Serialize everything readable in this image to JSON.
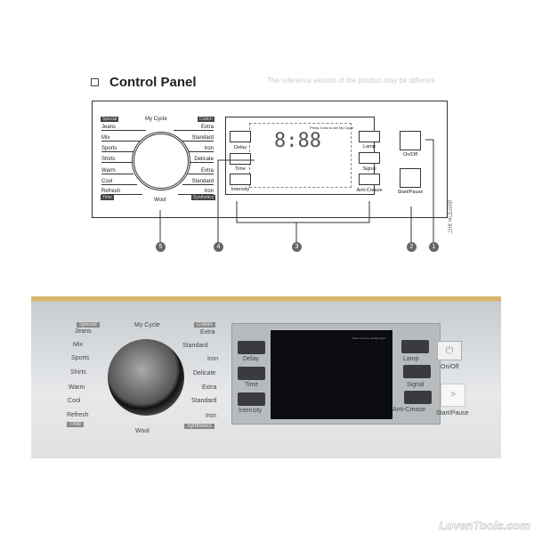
{
  "manual": {
    "title": "Control Panel",
    "subtitle": "The reference version of the product may be different",
    "left_top_header": "Special",
    "left_top": [
      "Jeans",
      "Mix",
      "Sports",
      "Shirts"
    ],
    "left_bottom": [
      "Warm",
      "Cool",
      "Refresh"
    ],
    "left_bottom_header": "Time",
    "right_top_header": "Cotton",
    "right_top": [
      "Extra",
      "Standard",
      "Iron",
      "Delicate"
    ],
    "right_bottom": [
      "Extra",
      "Standard",
      "Iron"
    ],
    "right_bottom_header": "Synthetics",
    "dial_top": "My Cycle",
    "dial_bottom": "Wool",
    "display_hint": "Press 3 sec to set My Cycle",
    "display_time": "8:88",
    "left_buttons": [
      "Delay",
      "Time",
      "Intensity"
    ],
    "right_buttons": [
      "Lamp",
      "Signal",
      "Anti-Crease"
    ],
    "power": "On/Off",
    "start": "Start/Pause",
    "callouts": [
      "5",
      "4",
      "3",
      "2",
      "1"
    ],
    "side_text": "한국어로 보기"
  },
  "photo": {
    "left_top_header": "Special",
    "left_top": [
      "Jeans",
      "Mix",
      "Sports",
      "Shirts"
    ],
    "left_bottom": [
      "Warm",
      "Cool",
      "Refresh"
    ],
    "left_bottom_header": "Time",
    "right_top_header": "Cotton",
    "right_top": [
      "Extra",
      "Standard",
      "Iron",
      "Delicate"
    ],
    "right_bottom": [
      "Extra",
      "Standard",
      "Iron"
    ],
    "right_bottom_header": "Synthetics",
    "dial_top": "My Cycle",
    "dial_bottom": "Wool",
    "display_hint": "Press 3 sec to set My Cycle",
    "left_buttons": [
      "Delay",
      "Time",
      "Intensity"
    ],
    "right_buttons": [
      "Lamp",
      "Signal",
      "Anti-Crease"
    ],
    "power": "On/Off",
    "start": "Start/Pause"
  },
  "watermark": "LovenTools.com"
}
